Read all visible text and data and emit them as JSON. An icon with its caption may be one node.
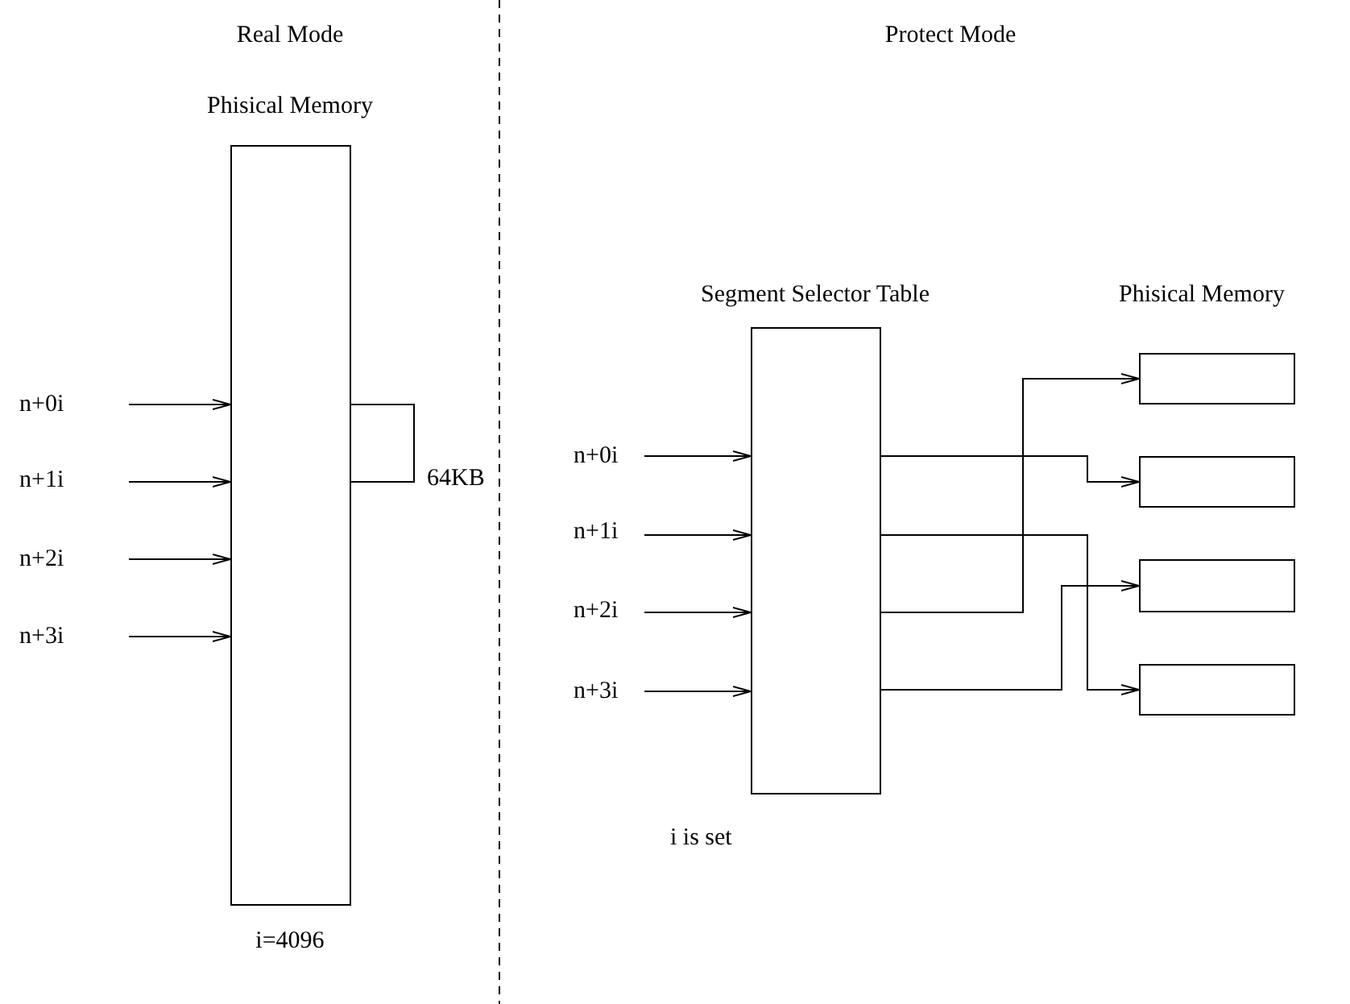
{
  "diagram": {
    "nodes": [
      {
        "text": [
          "Phisical Memory"
        ],
        "beside": [
          "i=4096"
        ]
      },
      {
        "text": [
          "n+0i"
        ]
      },
      {
        "text": [
          "n+1i"
        ]
      },
      {
        "text": [
          "n+2i"
        ]
      },
      {
        "text": [
          "n+3i"
        ]
      },
      {
        "text": [
          "Segment Selector Table"
        ]
      },
      {
        "text": [
          "n+0i"
        ]
      },
      {
        "text": [
          "n+1i"
        ]
      },
      {
        "text": [
          "n+2i"
        ]
      },
      {
        "text": [
          "n+3i"
        ]
      },
      {
        "text": [],
        "shape": "box"
      },
      {
        "text": [],
        "shape": "box"
      },
      {
        "text": [],
        "shape": "box"
      },
      {
        "text": [],
        "shape": "box"
      }
    ],
    "edges": [
      {
        "from": 1,
        "to": 0,
        "arrow": "to"
      },
      {
        "from": 2,
        "to": 0,
        "arrow": "to"
      },
      {
        "from": 3,
        "to": 0,
        "arrow": "to"
      },
      {
        "from": 4,
        "to": 0,
        "arrow": "to"
      },
      {
        "from": 6,
        "to": 5,
        "arrow": "to"
      },
      {
        "from": 7,
        "to": 5,
        "arrow": "to"
      },
      {
        "from": 8,
        "to": 5,
        "arrow": "to"
      },
      {
        "from": 9,
        "to": 5,
        "arrow": "to"
      },
      {
        "from": 5,
        "to": 11,
        "arrow": "to"
      },
      {
        "from": 5,
        "to": 13,
        "arrow": "to"
      },
      {
        "from": 5,
        "to": 10,
        "arrow": "to"
      },
      {
        "from": 5,
        "to": 12,
        "arrow": "to"
      }
    ],
    "labels": [
      "Real Mode",
      "Protect Mode",
      "Phisical Memory",
      "64KB",
      "i is set"
    ]
  }
}
